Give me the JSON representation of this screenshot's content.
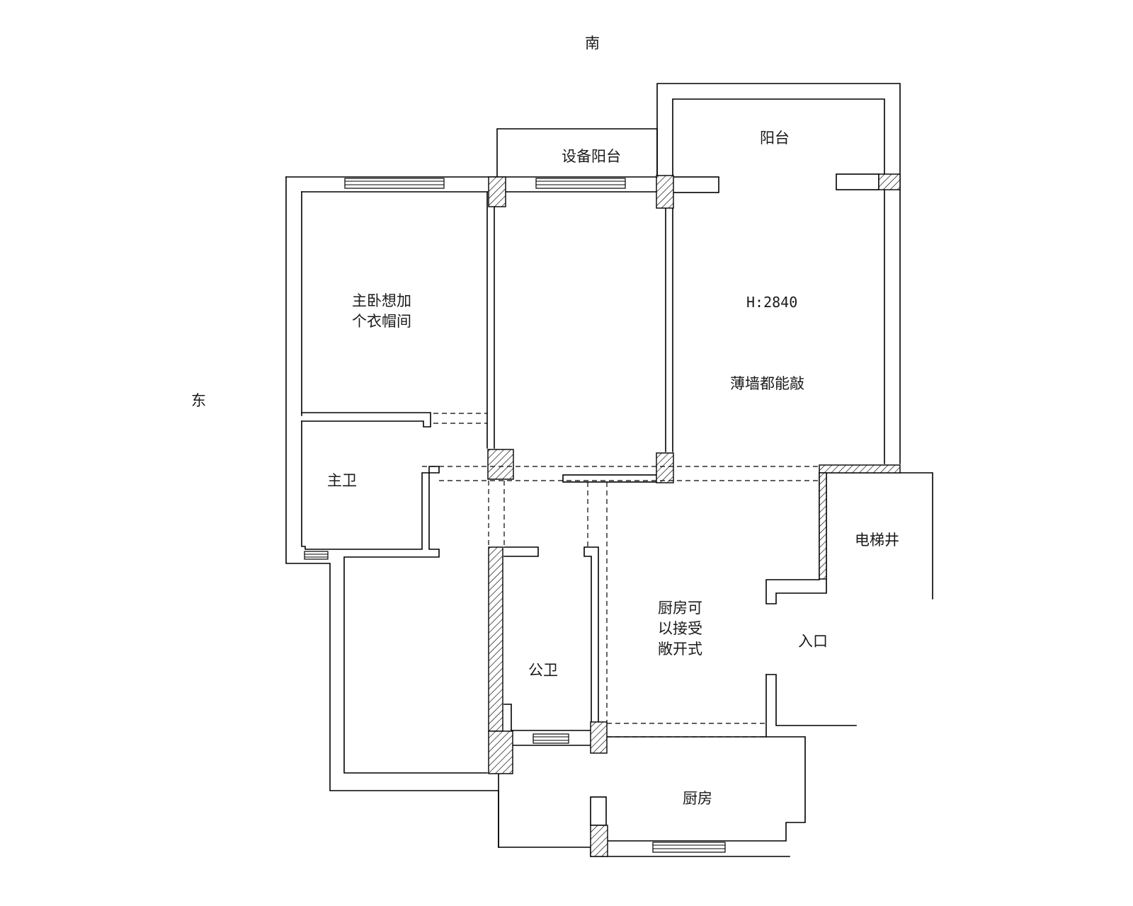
{
  "compass": {
    "south": "南",
    "east": "东"
  },
  "rooms": {
    "equipment_balcony": "设备阳台",
    "balcony": "阳台",
    "master_bedroom": [
      "主卧想加",
      "个衣帽间"
    ],
    "height_note": "H:2840",
    "thin_wall_note": "薄墙都能敲",
    "master_bath": "主卫",
    "elevator_shaft": "电梯井",
    "kitchen_note": [
      "厨房可",
      "以接受",
      "敞开式"
    ],
    "entrance": "入口",
    "public_bath": "公卫",
    "kitchen": "厨房"
  },
  "colors": {
    "line": "#000000",
    "background": "#ffffff"
  }
}
